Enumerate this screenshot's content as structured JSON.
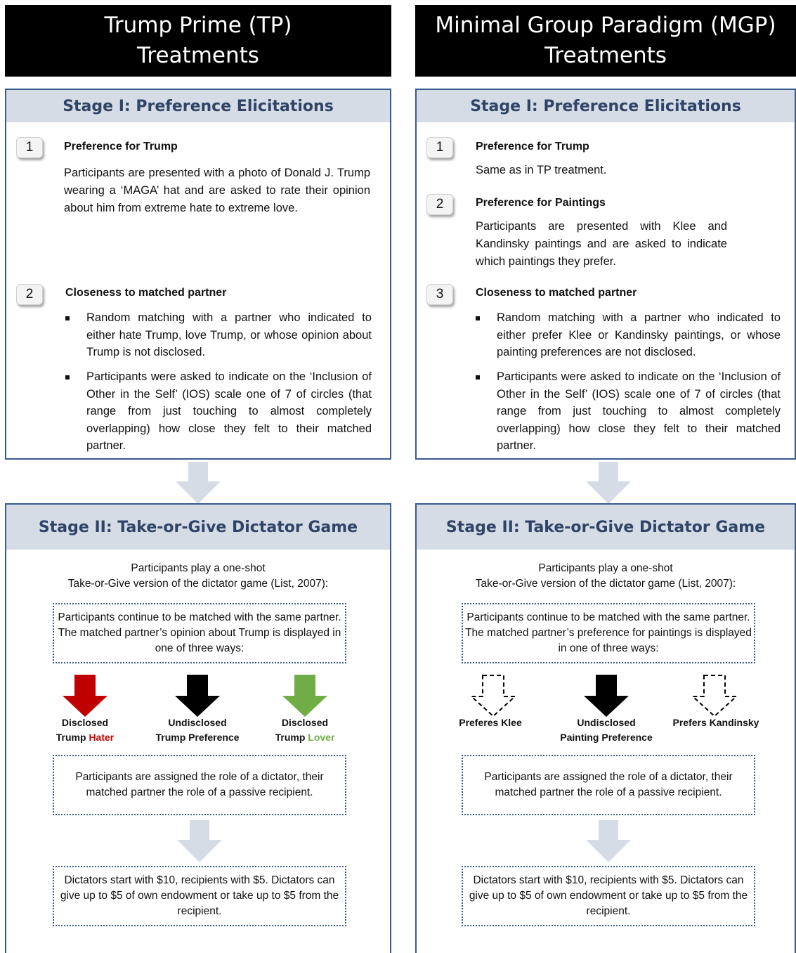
{
  "left": {
    "header": [
      "Trump Prime (TP)",
      "Treatments"
    ],
    "stage1": {
      "title": "Stage I: Preference Elicitations",
      "item1": {
        "num": "1",
        "head": "Preference for Trump",
        "text": "Participants are presented with a photo of Donald J. Trump wearing a ‘MAGA’ hat and are asked to rate their opinion about him from extreme hate to extreme love."
      },
      "item2": {
        "num": "2",
        "head": "Closeness to matched partner",
        "bullets": [
          "Random matching with a partner who indicated to either hate Trump, love Trump, or whose opinion about Trump is not disclosed.",
          "Participants were asked to indicate on the ‘Inclusion of Other in the Self’ (IOS) scale one of 7 of circles (that range from just touching to almost completely overlapping) how close they felt to their matched partner."
        ]
      }
    },
    "stage2": {
      "title": "Stage II: Take-or-Give Dictator Game",
      "intro": [
        "Participants play a one-shot",
        "Take-or-Give version of the dictator game (List, 2007):"
      ],
      "box1": "Participants continue to be matched with the same partner. The matched partner’s opinion about Trump is displayed in one of three ways:",
      "arrows": [
        {
          "line1": "Disclosed",
          "line2a": "Trump ",
          "line2b": "Hater",
          "color": "#c00000"
        },
        {
          "line1": "Undisclosed",
          "line2a": "Trump Preference",
          "line2b": "",
          "color": "#000000"
        },
        {
          "line1": "Disclosed",
          "line2a": "Trump ",
          "line2b": "Lover",
          "color": "#70ad47"
        }
      ],
      "box2": "Participants are assigned the role of a dictator, their matched partner the role of a passive recipient.",
      "box3": "Dictators start with $10, recipients with $5. Dictators can give up to $5 of own endowment or take up to $5 from the recipient."
    }
  },
  "right": {
    "header": [
      "Minimal Group Paradigm (MGP)",
      "Treatments"
    ],
    "stage1": {
      "title": "Stage I: Preference Elicitations",
      "item1": {
        "num": "1",
        "head": "Preference for Trump",
        "text": "Same as in TP treatment."
      },
      "item2": {
        "num": "2",
        "head": "Preference for Paintings",
        "text": "Participants are presented with Klee and Kandinsky paintings and are asked to indicate which paintings they prefer."
      },
      "item3": {
        "num": "3",
        "head": "Closeness to matched partner",
        "bullets": [
          "Random matching with a partner who indicated to either prefer Klee or Kandinsky paintings, or whose painting preferences are not disclosed.",
          "Participants were asked to indicate on the ‘Inclusion of Other in the Self’ (IOS) scale one of 7 of circles (that range from just touching to almost completely overlapping) how close they felt to their matched partner."
        ]
      }
    },
    "stage2": {
      "title": "Stage II: Take-or-Give Dictator Game",
      "intro": [
        "Participants play a one-shot",
        "Take-or-Give version of the dictator game (List, 2007):"
      ],
      "box1": "Participants continue to be matched with the same partner. The matched partner’s preference for paintings is displayed in one of three ways:",
      "arrows": [
        {
          "line1": "Preferes Klee",
          "line2": "",
          "style": "dashed"
        },
        {
          "line1": "Undisclosed",
          "line2": "Painting Preference",
          "style": "solid"
        },
        {
          "line1": "Prefers Kandinsky",
          "line2": "",
          "style": "dashed"
        }
      ],
      "box2": "Participants are assigned the role of a dictator, their matched partner the role of a passive recipient.",
      "box3": "Dictators start with $10, recipients with $5. Dictators can give up to $5 of own endowment or take up to $5 from the recipient."
    }
  },
  "colors": {
    "header_bg": "#000000",
    "panel_border": "#3a5a8c",
    "title_band": "#d6dce6",
    "title_text": "#2f4466",
    "flow_arrow": "#d6dce6",
    "hater": "#c00000",
    "lover": "#70ad47"
  }
}
